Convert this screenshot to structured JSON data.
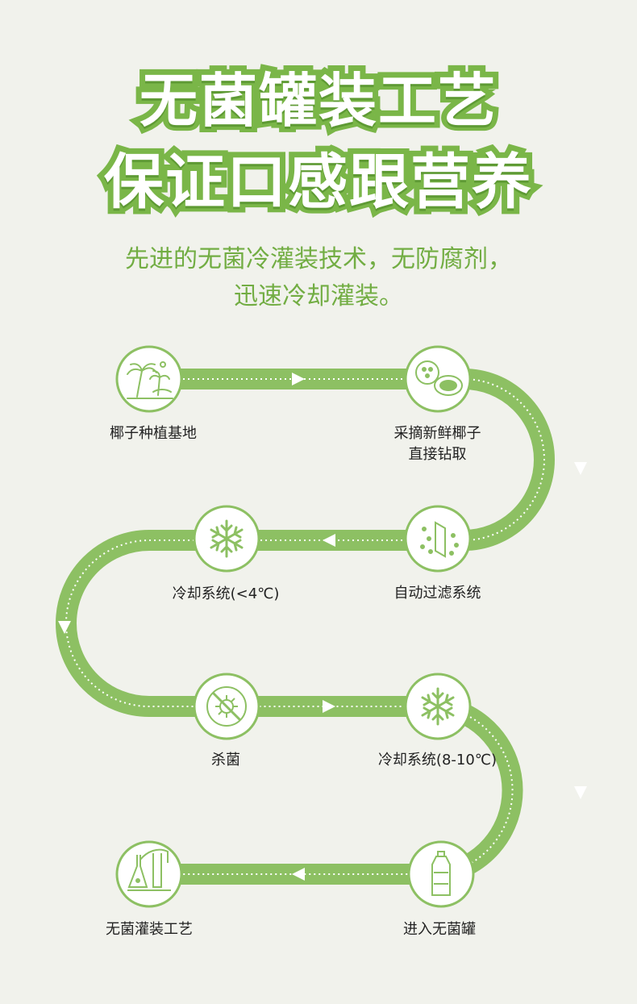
{
  "header": {
    "title_line1": "无菌罐装工艺",
    "title_line2": "保证口感跟营养",
    "subtitle_line1": "先进的无菌冷灌装技术，无防腐剂，",
    "subtitle_line2": "迅速冷却灌装。"
  },
  "steps": [
    {
      "icon": "palm-tree-icon",
      "label": "椰子种植基地"
    },
    {
      "icon": "coconut-icon",
      "label_line1": "采摘新鲜椰子",
      "label_line2": "直接钻取"
    },
    {
      "icon": "filter-icon",
      "label": "自动过滤系统"
    },
    {
      "icon": "snowflake-icon",
      "label": "冷却系统(<4℃)"
    },
    {
      "icon": "virus-blocked-icon",
      "label": "杀菌"
    },
    {
      "icon": "snowflake-icon",
      "label": "冷却系统(8-10℃)"
    },
    {
      "icon": "bottle-icon",
      "label": "进入无菌罐"
    },
    {
      "icon": "lab-flask-icon",
      "label": "无菌灌装工艺"
    }
  ],
  "colors": {
    "background": "#f1f2ec",
    "accent": "#8dc063",
    "accent_dark": "#72ad43",
    "label_text": "#222222"
  }
}
